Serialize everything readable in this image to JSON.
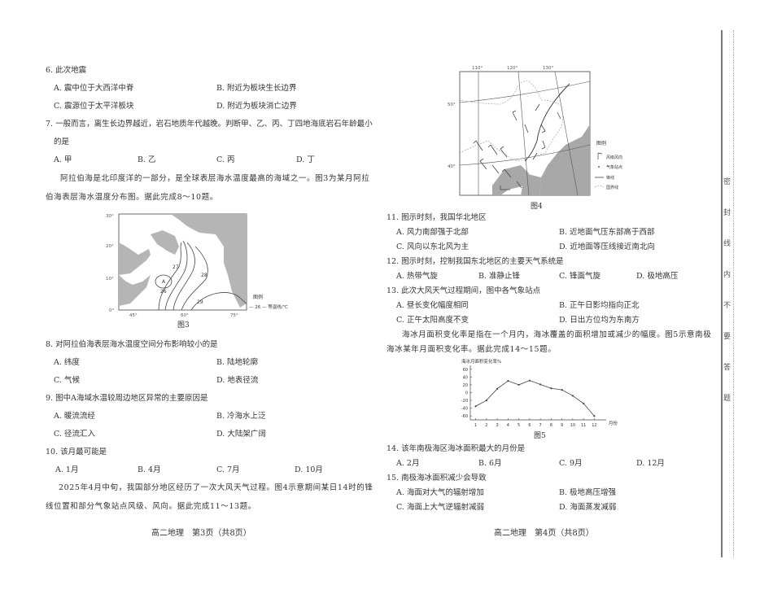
{
  "left_page": {
    "q6": {
      "stem": "6. 此次地震",
      "options": [
        "A. 震中位于大西洋中脊",
        "B. 附近为板块生长边界",
        "C. 震源位于太平洋板块",
        "D. 附近为板块消亡边界"
      ]
    },
    "q7": {
      "stem": "7. 一般而言，离生长边界越近，岩石地质年代越晚。判断甲、乙、丙、丁四地海底岩石年龄最小",
      "stem_cont": "的是",
      "options": [
        "A. 甲",
        "B. 乙",
        "C. 丙",
        "D. 丁"
      ]
    },
    "intro_8_10": [
      "阿拉伯海是北印度洋的一部分，是全球表层海水温度最高的海域之一。图3为某月阿拉",
      "伯海表层海水温度分布图。据此完成8～10题。"
    ],
    "figure3": {
      "caption": "图3",
      "lat_labels": [
        "30°",
        "20°",
        "10°",
        "0°"
      ],
      "lon_labels": [
        "45°",
        "60°",
        "75°"
      ],
      "isotherm_labels": [
        "27",
        "28",
        "26",
        "29"
      ],
      "point_label": "A",
      "legend_title": "图例",
      "legend_item": "— 26 — 等温线/℃",
      "land_color": "#b5b5b5"
    },
    "q8": {
      "stem": "8. 对阿拉伯海表层海水温度空间分布影响较小的是",
      "options": [
        "A. 纬度",
        "B. 陆地轮廓",
        "C. 气候",
        "D. 地表径流"
      ]
    },
    "q9": {
      "stem": "9. 图中A海域水温较周边地区异常的主要原因是",
      "options": [
        "A. 暖流流经",
        "B. 冷海水上泛",
        "C. 径流汇入",
        "D. 大陆架广阔"
      ]
    },
    "q10": {
      "stem": "10. 该月最可能是",
      "options": [
        "A. 1月",
        "B. 4月",
        "C. 7月",
        "D. 10月"
      ]
    },
    "intro_11_13": [
      "2025年4月中旬，我国部分地区经历了一次大风天气过程。图4示意期间某日14时的锋",
      "线位置和部分气象站点风级、风向。据此完成11～13题。"
    ],
    "footer": "高二地理　第3页（共8页）"
  },
  "right_page": {
    "figure4": {
      "caption": "图4",
      "lon_labels": [
        "110°",
        "120°",
        "130°"
      ],
      "lat_labels": [
        "50°",
        "40°"
      ],
      "legend_title": "图例",
      "legend_items": [
        "风级风向",
        "气象站点",
        "锋线",
        "国界线"
      ],
      "land_color": "#a8a8a8"
    },
    "q11": {
      "stem": "11. 图示时刻，我国华北地区",
      "options": [
        "A. 风力南部强于北部",
        "B. 近地面气压东部高于西部",
        "C. 风向以东北风为主",
        "D. 近地面等压线接近南北向"
      ]
    },
    "q12": {
      "stem": "12. 图示时刻，控制我国东北地区的主要天气系统是",
      "options": [
        "A. 热带气旋",
        "B. 准静止锋",
        "C. 锋面气旋",
        "D. 极地高压"
      ]
    },
    "q13": {
      "stem": "13. 此次大风天气过程期间，图中各气象站点",
      "options": [
        "A. 昼长变化幅度相同",
        "B. 正午日影均指向正北",
        "C. 正午太阳高度不变",
        "D. 日出方位均为东南方"
      ]
    },
    "intro_14_15": [
      "海冰月面积变化率是指在一个月内，海冰覆盖的面积增加或减少的幅度。图5示意南极",
      "海冰某年月面积变化率。据此完成14～15题。"
    ],
    "q14": {
      "stem": "14. 该年南极海区海冰面积最大的月份是",
      "options": [
        "A. 2月",
        "B. 6月",
        "C. 9月",
        "D. 12月"
      ]
    },
    "q15": {
      "stem": "15. 南极海冰面积减少会导致",
      "options": [
        "A. 海面对大气的辐射增加",
        "B. 极地高压增强",
        "C. 海面上大气逆辐射减弱",
        "D. 海面蒸发减弱"
      ]
    },
    "footer": "高二地理　第4页（共8页）"
  },
  "margin_text": [
    "密",
    "封",
    "线",
    "内",
    "不",
    "要",
    "答",
    "题"
  ],
  "chart_data": {
    "type": "line",
    "title": "",
    "caption": "图5",
    "ylabel": "海冰月面积变化率%",
    "xlabel": "月份",
    "categories": [
      "1",
      "2",
      "3",
      "4",
      "5",
      "6",
      "7",
      "8",
      "9",
      "10",
      "11",
      "12"
    ],
    "values": [
      -35,
      -20,
      10,
      30,
      20,
      31,
      21,
      11,
      7,
      -8,
      -28,
      -60
    ],
    "y_ticks": [
      "60",
      "40",
      "20",
      "0",
      "-20",
      "-40",
      "-60"
    ],
    "ylim": [
      -70,
      70
    ],
    "grid": false,
    "line_color": "#444444"
  }
}
